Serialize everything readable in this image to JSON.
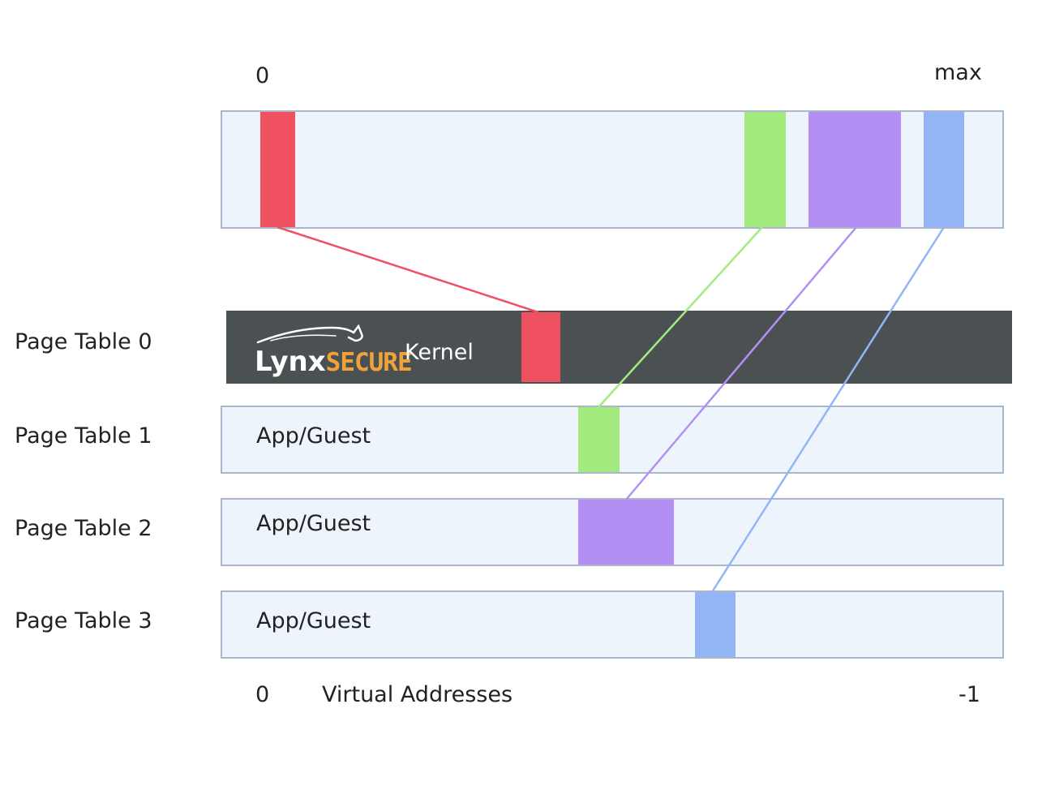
{
  "top_axis": {
    "min_label": "0",
    "max_label": "max"
  },
  "bottom_axis": {
    "min_label": "0",
    "title": "Virtual Addresses",
    "max_label": "-1"
  },
  "page_tables": [
    {
      "label": "Page Table 0",
      "content": "Kernel",
      "brand_left": "Lynx",
      "brand_right": "SECURE"
    },
    {
      "label": "Page Table 1",
      "content": "App/Guest"
    },
    {
      "label": "Page Table 2",
      "content": "App/Guest"
    },
    {
      "label": "Page Table 3",
      "content": "App/Guest"
    }
  ],
  "colors": {
    "red": "#ef5160",
    "green": "#a3ea7f",
    "purple": "#b48ff3",
    "blue": "#93b5f5",
    "kernel_bg": "#4b5152",
    "bar_fill": "#eef4fb",
    "bar_border": "#aab7ca",
    "brand_accent": "#f0a23a"
  }
}
